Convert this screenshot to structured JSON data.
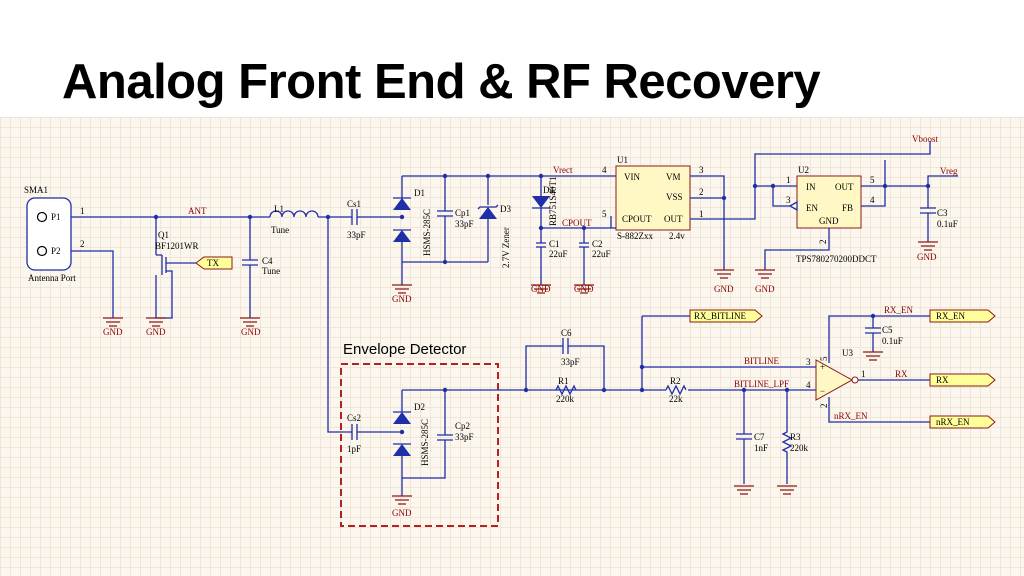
{
  "slide": {
    "title": "Analog Front End & RF Recovery"
  },
  "schematic": {
    "sma": {
      "ref": "SMA1",
      "pin1": "P1",
      "pin2": "P2",
      "value": "Antenna Port",
      "pin1_num": "1",
      "pin2_num": "2"
    },
    "gnd": "GND",
    "nets": {
      "ant": "ANT",
      "vrect": "Vrect",
      "cpout": "CPOUT",
      "vboost": "Vboost",
      "vreg": "Vreg",
      "bitline": "BITLINE",
      "bitline_lpf": "BITLINE_LPF",
      "rx_en": "RX_EN",
      "rx": "RX",
      "nrx_en": "nRX_EN"
    },
    "q1": {
      "ref": "Q1",
      "value": "BF1201WR"
    },
    "l1": {
      "ref": "L1",
      "value": "Tune"
    },
    "c4": {
      "ref": "C4",
      "value": "Tune"
    },
    "cs1": {
      "ref": "Cs1",
      "value": "33pF"
    },
    "d1": {
      "ref": "D1",
      "value": "HSMS-285C"
    },
    "cp1": {
      "ref": "Cp1",
      "value": "33pF"
    },
    "d3": {
      "ref": "D3",
      "value": "2.7V Zener"
    },
    "d4": {
      "ref": "D4",
      "value": "RB751S40T1"
    },
    "c1": {
      "ref": "C1",
      "value": "22uF"
    },
    "c2": {
      "ref": "C2",
      "value": "22uF"
    },
    "u1": {
      "ref": "U1",
      "part": "S-882Zxx",
      "voltage": "2.4v",
      "vin": "VIN",
      "vm": "VM",
      "vss": "VSS",
      "cpout": "CPOUT",
      "out": "OUT",
      "pin4": "4",
      "pin3": "3",
      "pin2": "2",
      "pin5": "5",
      "pin1": "1"
    },
    "u2": {
      "ref": "U2",
      "part": "TPS780270200DDCT",
      "in": "IN",
      "out": "OUT",
      "en": "EN",
      "fb": "FB",
      "gnd": "GND",
      "pin1": "1",
      "pin5": "5",
      "pin3": "3",
      "pin4": "4",
      "pin2": "2"
    },
    "c3": {
      "ref": "C3",
      "value": "0.1uF"
    },
    "tx_port": "TX",
    "envelope": {
      "label": "Envelope Detector"
    },
    "cs2": {
      "ref": "Cs2",
      "value": "1pF"
    },
    "d2": {
      "ref": "D2",
      "value": "HSMS-285C"
    },
    "cp2": {
      "ref": "Cp2",
      "value": "33pF"
    },
    "c6": {
      "ref": "C6",
      "value": "33pF"
    },
    "r1": {
      "ref": "R1",
      "value": "220k"
    },
    "r2": {
      "ref": "R2",
      "value": "22k"
    },
    "c7": {
      "ref": "C7",
      "value": "1nF"
    },
    "r3": {
      "ref": "R3",
      "value": "220k"
    },
    "c5": {
      "ref": "C5",
      "value": "0.1uF"
    },
    "u3": {
      "ref": "U3",
      "pin3": "3",
      "pin4": "4",
      "pin1": "1",
      "pin5": "5",
      "pin2": "2"
    },
    "ports": {
      "rx_bitline": "RX_BITLINE",
      "rx_en": "RX_EN",
      "rx": "RX",
      "nrx_en": "nRX_EN"
    },
    "colors": {
      "wire": "#1f2fa8",
      "component_outline": "#8b1a1a",
      "component_fill": "#fff8c4",
      "port_fill": "#ffff99",
      "envelope_box": "#b22222",
      "net_label": "#8b0000"
    }
  }
}
